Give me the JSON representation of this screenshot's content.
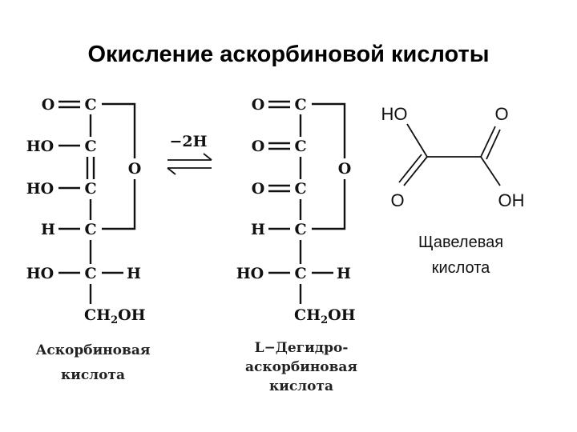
{
  "title": "Окисление аскорбиновой кислоты",
  "reaction": {
    "arrow_label": "−2H"
  },
  "ascorbic_acid": {
    "caption_line1": "Аскорбиновая",
    "caption_line2": "кислота",
    "atoms": {
      "o": "O",
      "c": "C",
      "ho": "HO",
      "h": "H",
      "ring_o": "O",
      "ch2oh_ch": "CH",
      "ch2oh_sub": "2",
      "ch2oh_oh": "OH"
    }
  },
  "dehydroascorbic_acid": {
    "caption_line1": "L−Дегидро-",
    "caption_line2": "аскорбиновая",
    "caption_line3": "кислота",
    "atoms": {
      "o": "O",
      "c": "C",
      "ho": "HO",
      "h": "H",
      "ring_o": "O",
      "ch2oh_ch": "CH",
      "ch2oh_sub": "2",
      "ch2oh_oh": "OH"
    }
  },
  "oxalic_acid": {
    "ho": "HO",
    "o": "O",
    "oh": "OH",
    "caption_line1": "Щавелевая",
    "caption_line2": "кислота"
  }
}
